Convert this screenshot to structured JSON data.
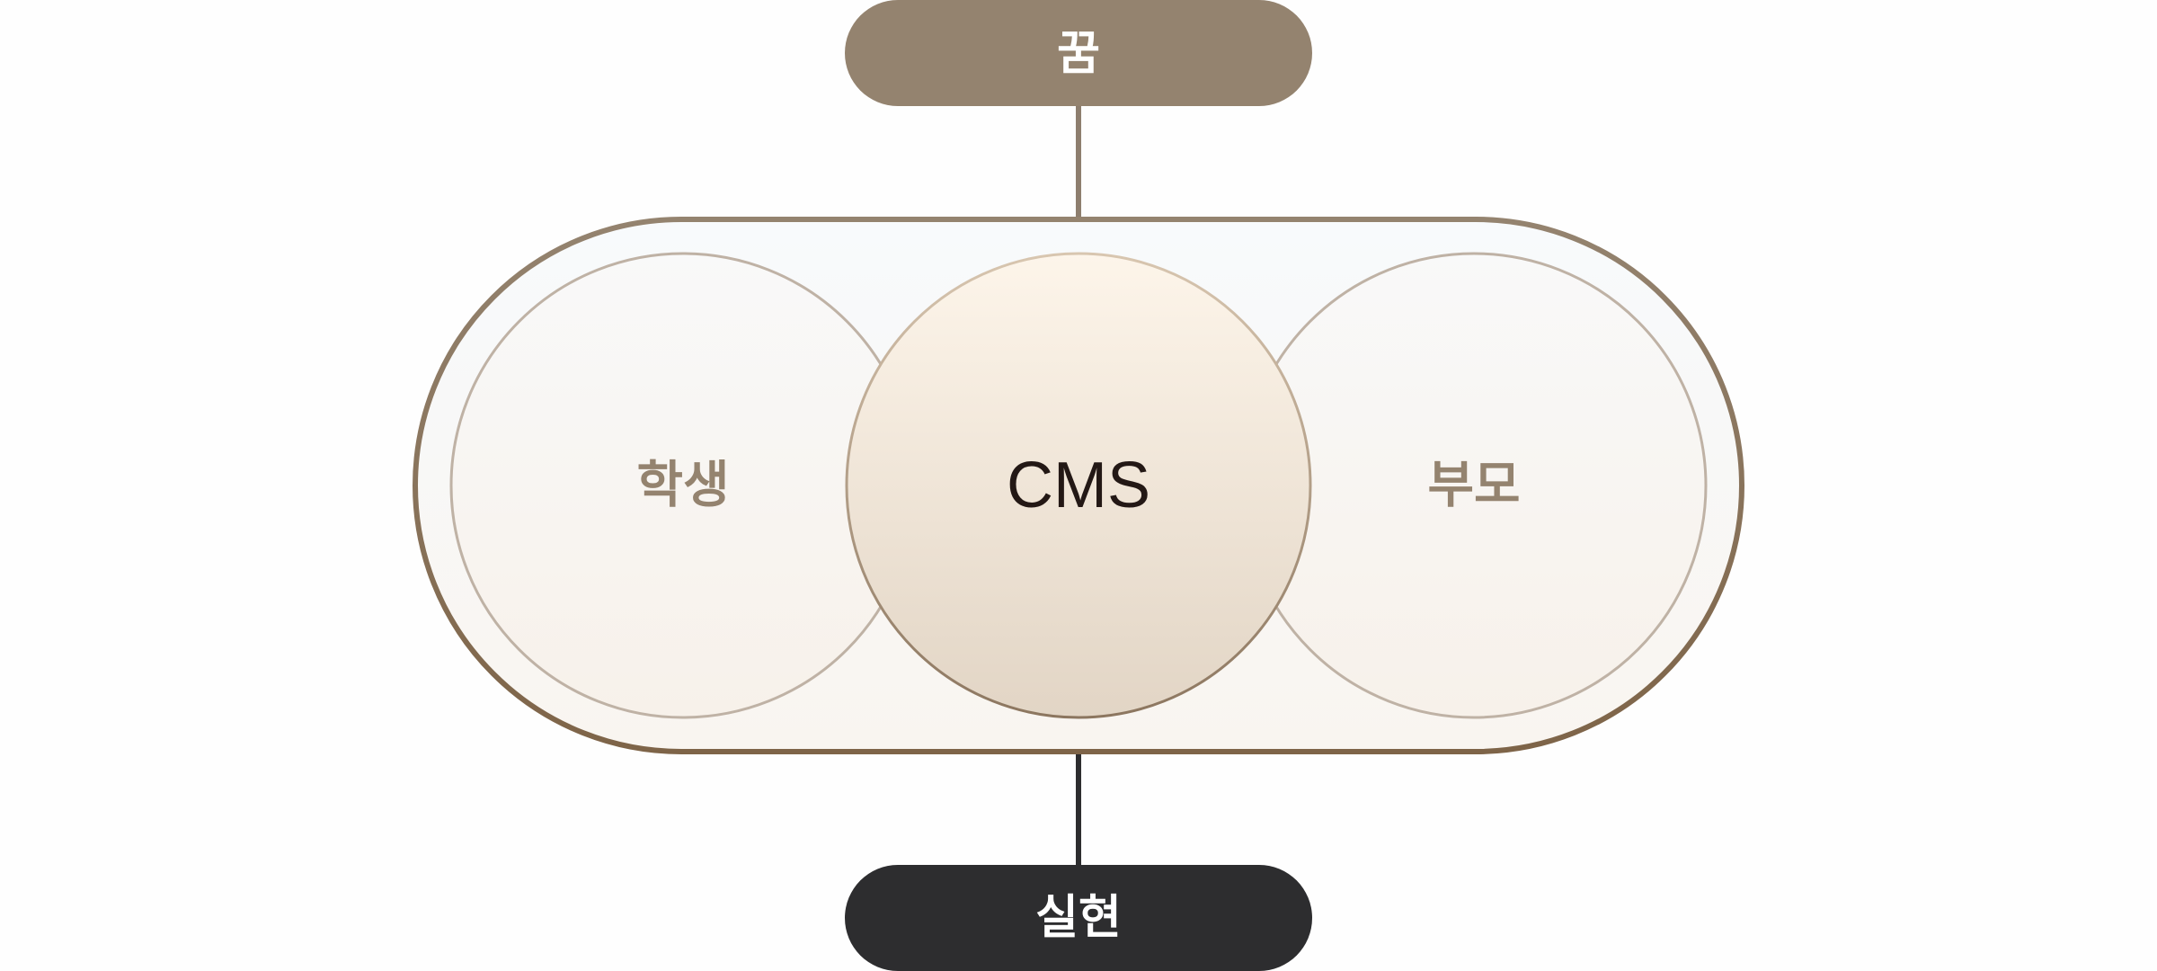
{
  "diagram": {
    "top_node": {
      "label": "꿈"
    },
    "bottom_node": {
      "label": "실현"
    },
    "circles": {
      "left": {
        "label": "학생"
      },
      "center": {
        "label": "CMS"
      },
      "right": {
        "label": "부모"
      }
    }
  },
  "colors": {
    "top_pill": "#94836F",
    "bottom_pill": "#2D2D2F",
    "side_label": "#94836F",
    "center_label": "#231815",
    "pill_text": "#FFFFFF",
    "container_stroke": "#8B7660",
    "circle_stroke": "#BFB2A5"
  }
}
